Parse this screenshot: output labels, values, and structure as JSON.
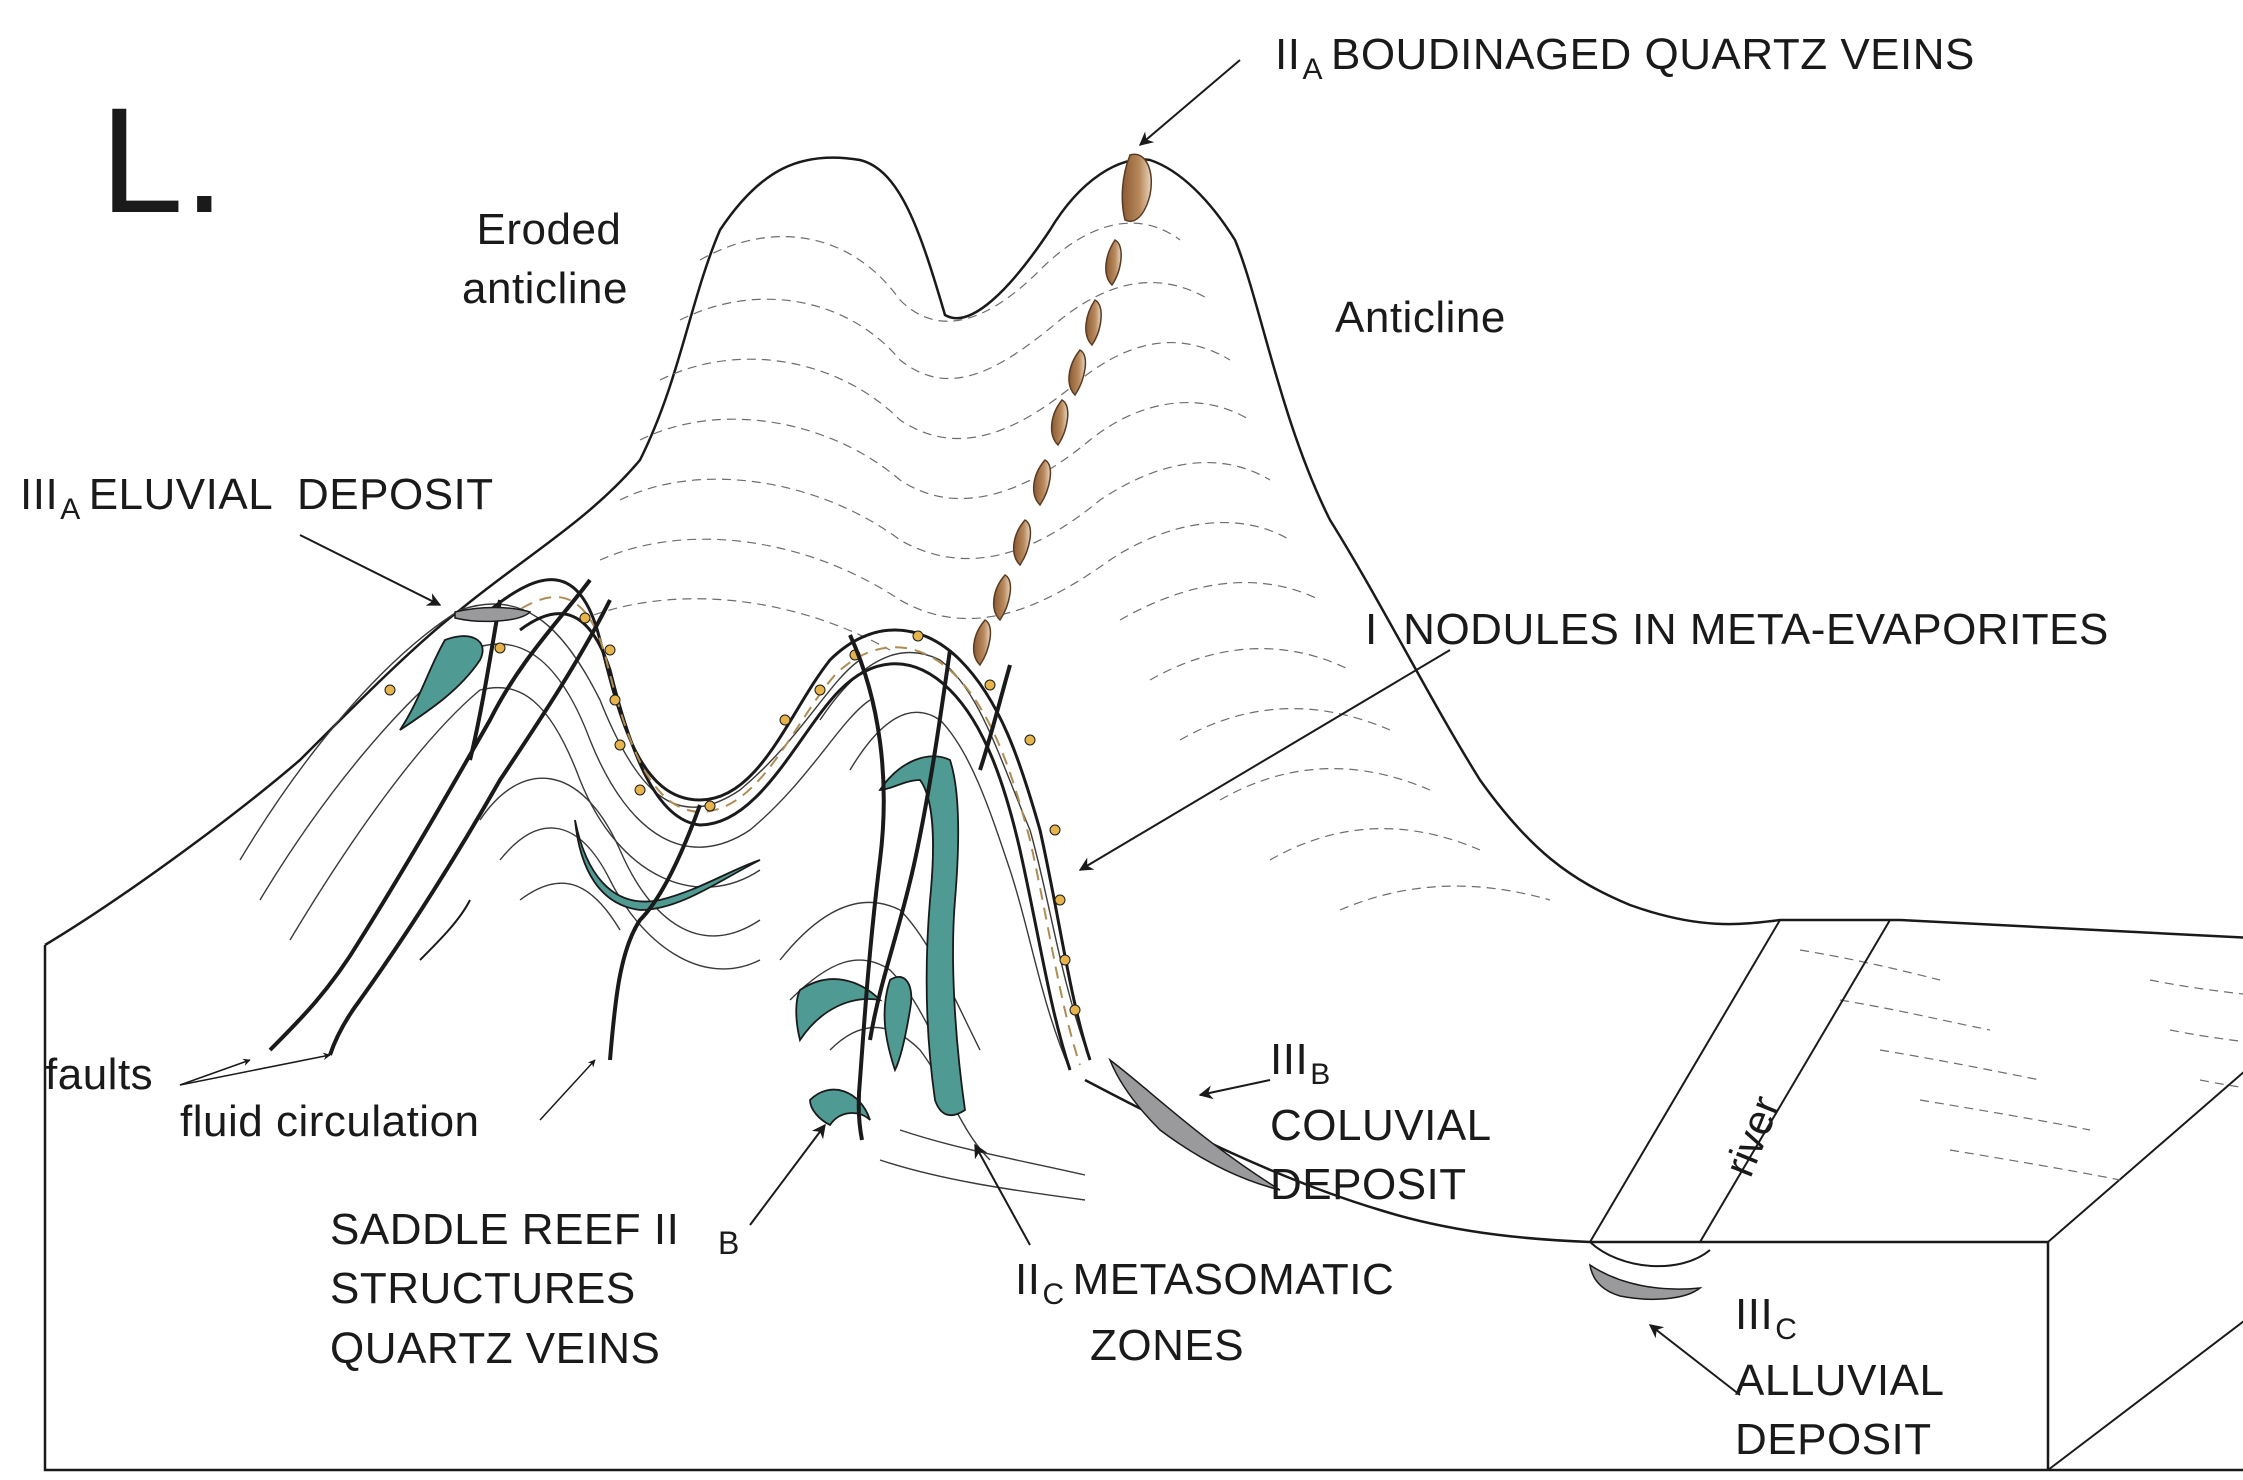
{
  "figure": {
    "panel_letter": "L.",
    "colors": {
      "teal_metasomatic": "#4f9b94",
      "quartz_vein_brown": "#a8784f",
      "deposit_gray": "#9a9a9c",
      "nodule_yellow": "#e7b44b",
      "line": "#1a1a1a"
    }
  },
  "labels": {
    "eroded_anticline_l1": "Eroded",
    "eroded_anticline_l2": "anticline",
    "anticline": "Anticline",
    "boudinaged_roman": "II",
    "boudinaged_sub": "A",
    "boudinaged_text": "BOUDINAGED QUARTZ VEINS",
    "eluvial_roman": "III",
    "eluvial_sub": "A",
    "eluvial_text": "ELUVIAL  DEPOSIT",
    "nodules": "I  NODULES IN META-EVAPORITES",
    "faults": "faults",
    "fluid": "fluid circulation",
    "saddle_l1": "SADDLE REEF II",
    "saddle_l2": "STRUCTURES",
    "saddle_l3": "QUARTZ VEINS",
    "b_letter": "B",
    "metasomatic_roman": "II",
    "metasomatic_sub": "C",
    "metasomatic_text": "METASOMATIC",
    "metasomatic_l2": "ZONES",
    "coluvial_roman": "III",
    "coluvial_sub": "B",
    "coluvial_l2": "COLUVIAL",
    "coluvial_l3": "DEPOSIT",
    "alluvial_roman": "III",
    "alluvial_sub": "C",
    "alluvial_l2": "ALLUVIAL",
    "alluvial_l3": "DEPOSIT",
    "river": "river"
  }
}
